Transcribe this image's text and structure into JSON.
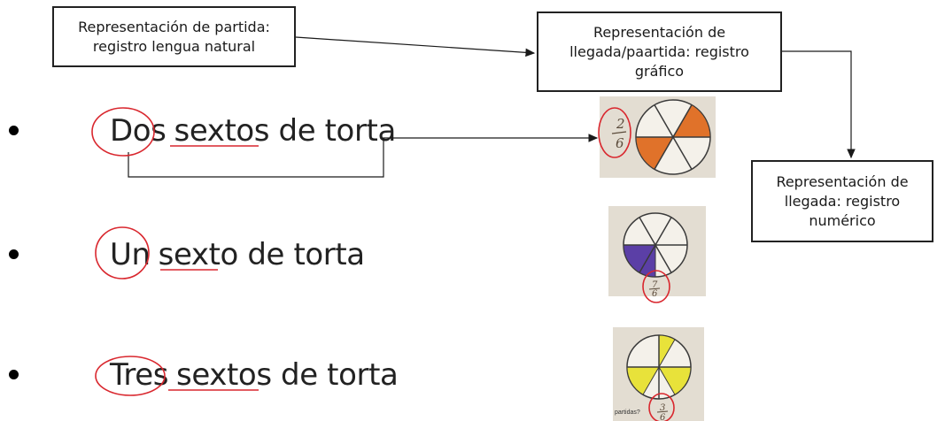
{
  "boxes": {
    "partida": {
      "line1": "Representación de partida:",
      "line2": "registro lengua natural"
    },
    "grafico": {
      "line1": "Representación de",
      "line2": "llegada/paartida: registro",
      "line3": "gráfico"
    },
    "numerico": {
      "line1": "Representación de",
      "line2": "llegada: registro",
      "line3": "numérico"
    }
  },
  "items": [
    {
      "number_word": "Dos",
      "rest": "sextos de torta",
      "fraction_num": "2",
      "fraction_den": "6",
      "shaded_color": "#e0722a"
    },
    {
      "number_word": "Un",
      "rest": "sexto de torta",
      "fraction_num": "7",
      "fraction_den": "6",
      "shaded_color": "#5b3fa6"
    },
    {
      "number_word": "Tres",
      "rest": "sextos de torta",
      "fraction_num": "3",
      "fraction_den": "6",
      "shaded_color": "#e8e23a"
    }
  ],
  "pie3_caption": "partidas?",
  "colors": {
    "annotation_red": "#d9272e",
    "box_border": "#222222",
    "photo_bg": "#e3ddd2"
  }
}
